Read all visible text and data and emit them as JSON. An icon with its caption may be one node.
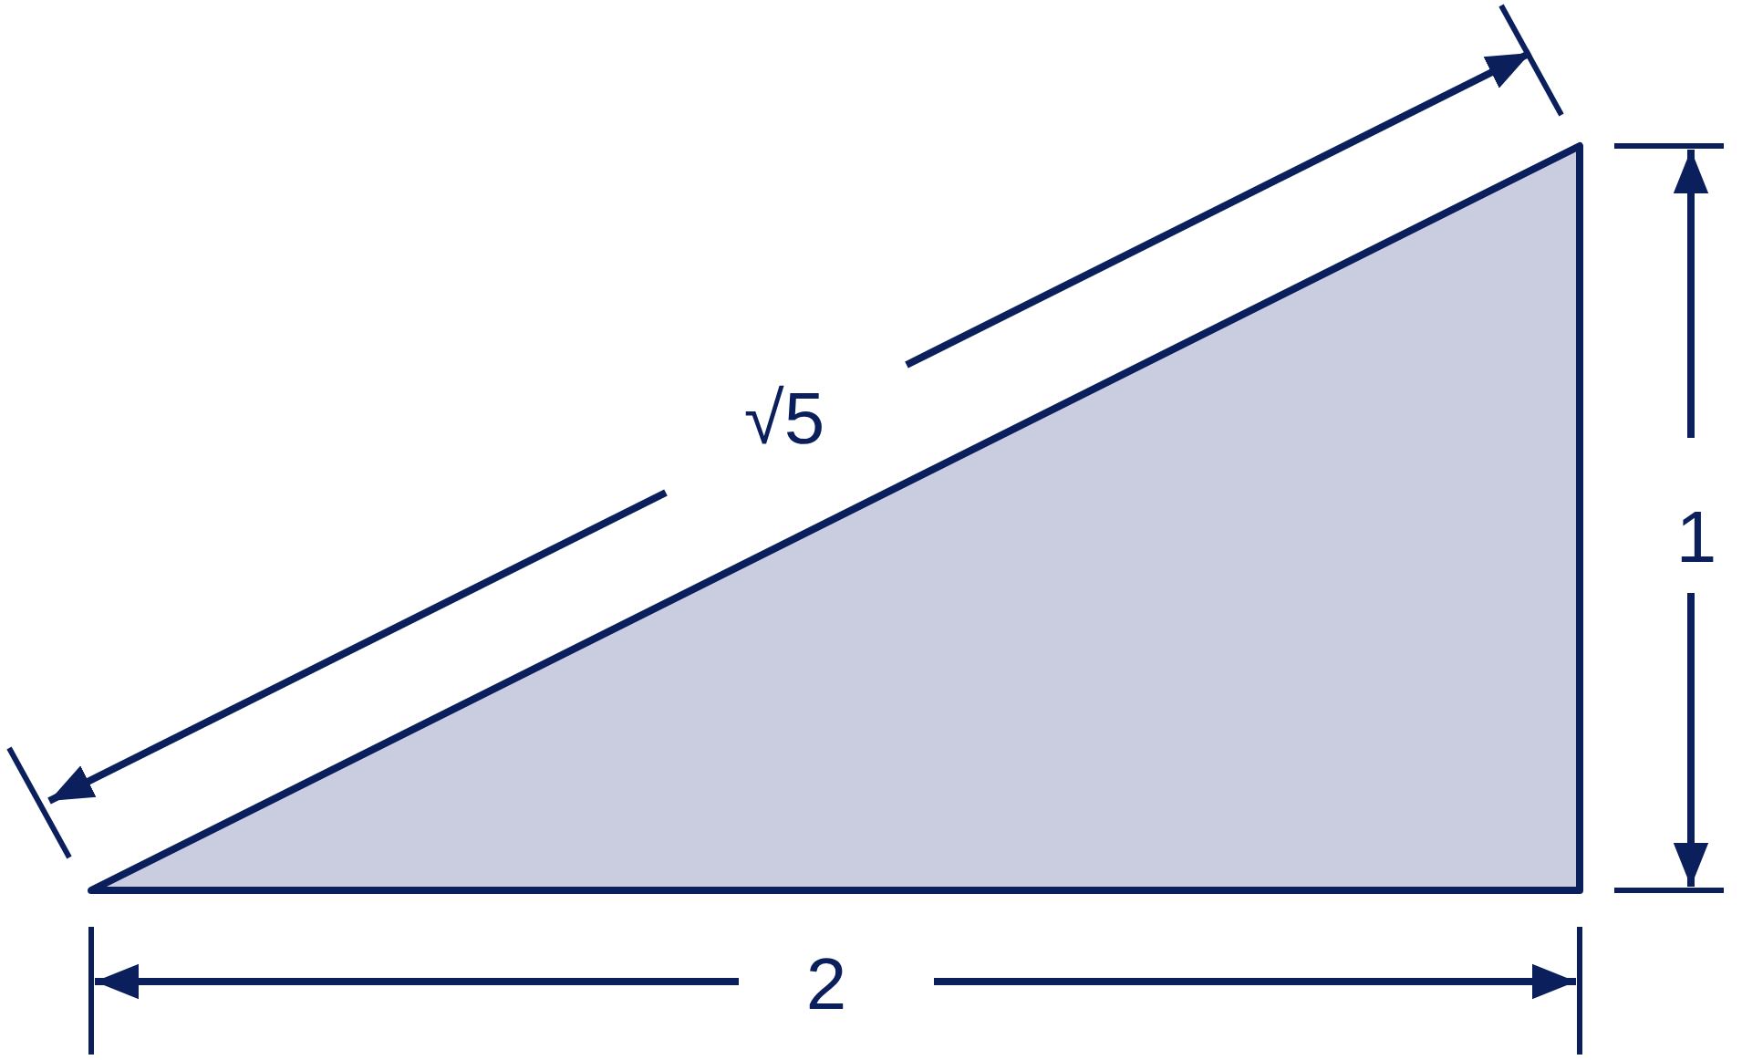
{
  "diagram": {
    "labels": [
      "√5",
      "1",
      "2"
    ]
  }
}
